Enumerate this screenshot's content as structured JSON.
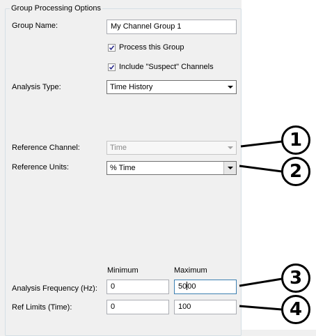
{
  "group_box": {
    "title": "Group Processing Options"
  },
  "fields": {
    "group_name": {
      "label": "Group Name:",
      "value": "My Channel Group 1"
    },
    "process_group": {
      "label": "Process this Group",
      "checked": true
    },
    "include_suspect": {
      "label": "Include \"Suspect\" Channels",
      "checked": true
    },
    "analysis_type": {
      "label": "Analysis Type:",
      "value": "Time History"
    },
    "reference_channel": {
      "label": "Reference Channel:",
      "value": "Time",
      "enabled": false
    },
    "reference_units": {
      "label": "Reference Units:",
      "value": "% Time"
    }
  },
  "limits": {
    "col_min": "Minimum",
    "col_max": "Maximum",
    "analysis_frequency": {
      "label": "Analysis Frequency (Hz):",
      "min": "0",
      "max_before_caret": "50",
      "max_after_caret": "00"
    },
    "ref_limits": {
      "label": "Ref Limits (Time):",
      "min": "0",
      "max": "100"
    }
  },
  "callouts": [
    "1",
    "2",
    "3",
    "4"
  ],
  "icons": {
    "checkmark": "checkmark-icon",
    "dropdown": "chevron-down-icon"
  }
}
